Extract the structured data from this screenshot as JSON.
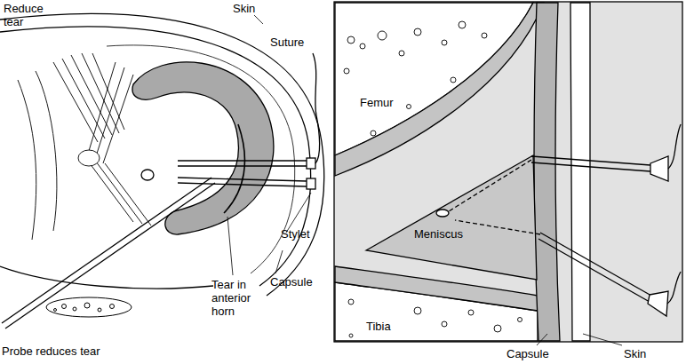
{
  "diagram": {
    "labels": [
      "Reduce tear",
      "Skin",
      "Suture",
      "Stylet",
      "Tear in anterior horn",
      "Capsule",
      "Probe reduces tear",
      "Femur",
      "Meniscus",
      "Tibia",
      "Capsule",
      "Skin"
    ]
  }
}
